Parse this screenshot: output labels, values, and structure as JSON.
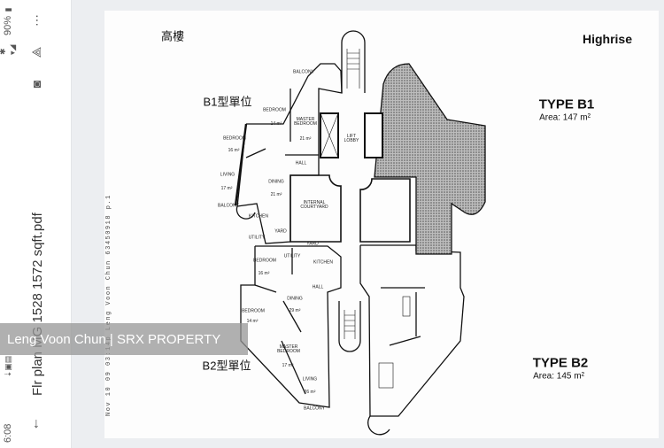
{
  "status_bar": {
    "time": "6:08",
    "battery": "90%"
  },
  "toolbar": {
    "title": "Flr plan MG 1528 1572 sqft.pdf",
    "back_icon": "arrow-back-icon",
    "icons": [
      "more-options-icon",
      "add-to-drive-icon",
      "lens-search-icon"
    ]
  },
  "document": {
    "fax_header": "Nov 10 09 03:14p    Leng Voon Chun         63450918          p.1",
    "heading_cn": "高樓",
    "heading_en": "Highrise",
    "b1_label_cn": "B1型單位",
    "b2_label_cn": "B2型單位",
    "type_b1": {
      "title": "TYPE B1",
      "area": "Area: 147 m²"
    },
    "type_b2": {
      "title": "TYPE B2",
      "area": "Area: 145 m²"
    },
    "rooms": [
      {
        "name": "BALCONY",
        "area": ""
      },
      {
        "name": "BEDROOM",
        "area": "14 m²"
      },
      {
        "name": "MASTER BEDROOM",
        "area": "21 m²"
      },
      {
        "name": "BEDROOM",
        "area": "16 m²"
      },
      {
        "name": "LIFT LOBBY",
        "area": ""
      },
      {
        "name": "HALL",
        "area": ""
      },
      {
        "name": "LIVING",
        "area": "17 m²"
      },
      {
        "name": "DINING",
        "area": "21 m²"
      },
      {
        "name": "BALCONY",
        "area": ""
      },
      {
        "name": "INTERNAL COURTYARD",
        "area": ""
      },
      {
        "name": "KITCHEN",
        "area": ""
      },
      {
        "name": "YARD",
        "area": ""
      },
      {
        "name": "UTILITY",
        "area": ""
      },
      {
        "name": "YARD",
        "area": ""
      },
      {
        "name": "UTILITY",
        "area": ""
      },
      {
        "name": "KITCHEN",
        "area": ""
      },
      {
        "name": "BEDROOM",
        "area": "16 m²"
      },
      {
        "name": "HALL",
        "area": ""
      },
      {
        "name": "DINING",
        "area": "29 m²"
      },
      {
        "name": "BEDROOM",
        "area": "14 m²"
      },
      {
        "name": "MASTER BEDROOM",
        "area": "17 m²"
      },
      {
        "name": "LIVING",
        "area": "26 m²"
      },
      {
        "name": "BALCONY",
        "area": ""
      }
    ]
  },
  "watermark": "Leng Voon Chun | SRX PROPERTY"
}
